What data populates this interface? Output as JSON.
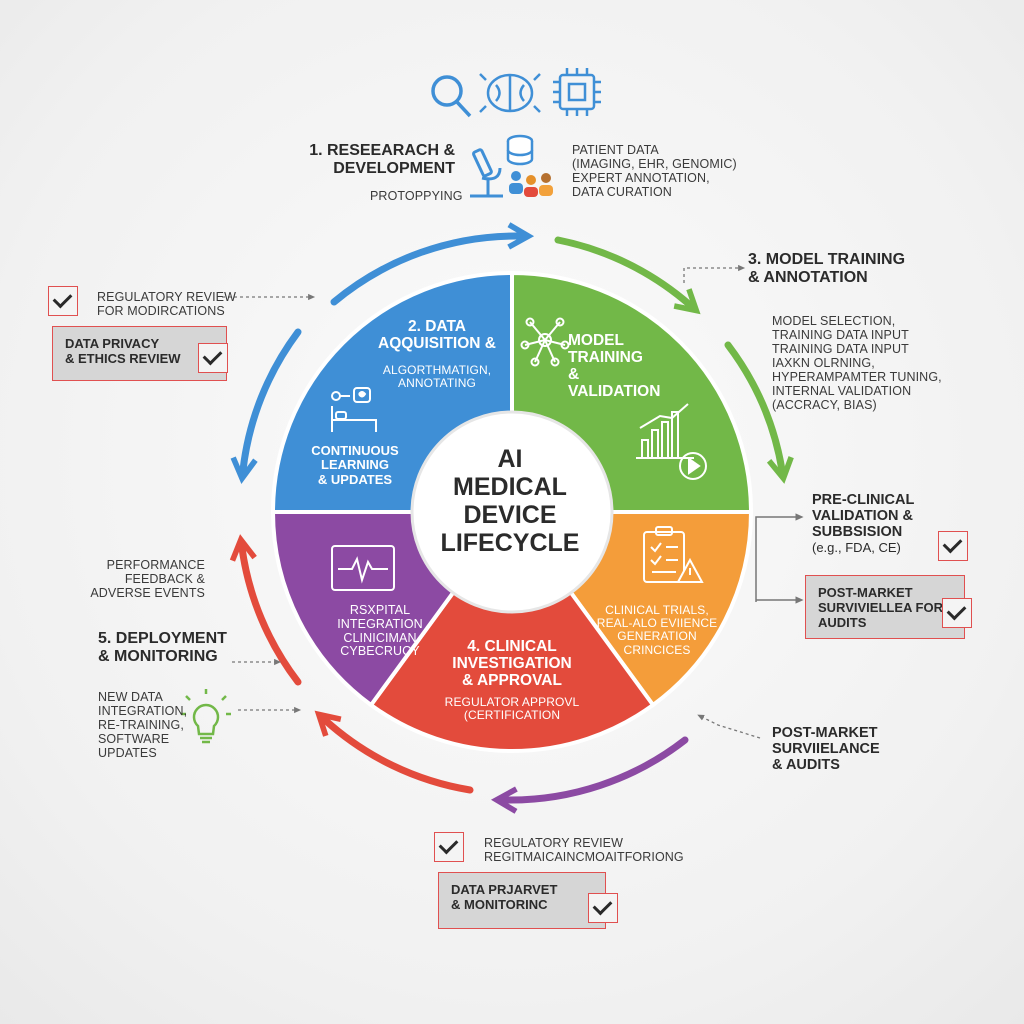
{
  "center": {
    "line1": "AI",
    "line2": "MEDICAL",
    "line3": "DEVICE",
    "line4": "LIFECYCLE"
  },
  "stages": {
    "research": {
      "title1": "1. RESEEARACH &",
      "title2": "DEVELOPMENT",
      "sub": "PROTOPPYING"
    },
    "patient_data": {
      "l1": "PATIENT DATA",
      "l2": "(IMAGING, EHR, GENOMIC)",
      "l3": "EXPERT ANNOTATION,",
      "l4": "DATA CURATION"
    },
    "model_training_outer": {
      "title1": "3. MODEL TRAINING",
      "title2": "& ANNOTATION",
      "l1": "MODEL SELECTION,",
      "l2": "TRAINING DATA INPUT",
      "l3": "TRAINING DATA INPUT",
      "l4": "IAXKN OLRNING,",
      "l5": "HYPERAMPAMTER TUNING,",
      "l6": "INTERNAL VALIDATION",
      "l7": "(ACCRACY, BIAS)"
    },
    "pre_clinical": {
      "l1": "PRE-CLINICAL",
      "l2": "VALIDATION &",
      "l3": "SUBBSISION",
      "l4": "(e.g., FDA, CE)"
    },
    "post_market_box": {
      "l1": "POST-MARKET",
      "l2": "SURVIVIELLEA FOR",
      "l3": "AUDITS"
    },
    "post_market": {
      "l1": "POST-MARKET",
      "l2": "SURVIIELANCE",
      "l3": "& AUDITS"
    },
    "deployment": {
      "title1": "5. DEPLOYMENT",
      "title2": "& MONITORING"
    },
    "performance": {
      "l1": "PERFORMANCE",
      "l2": "FEEDBACK &",
      "l3": "ADVERSE EVENTS"
    },
    "new_data": {
      "l1": "NEW DATA",
      "l2": "INTEGRATION,",
      "l3": "RE-TRAINING,",
      "l4": "SOFTWARE",
      "l5": "UPDATES"
    },
    "regulatory_top": {
      "l1": "REGULATORY REVIEW",
      "l2": "FOR MODIRCATIONS"
    },
    "privacy_top": {
      "l1": "DATA PRIVACY",
      "l2": "& ETHICS REVIEW"
    },
    "regulatory_bottom": {
      "l1": "REGULATORY REVIEW",
      "l2": "REGITMAICAINCMOAITFORIONG"
    },
    "privacy_bottom": {
      "l1": "DATA PRJARVET",
      "l2": "& MONITORINC"
    }
  },
  "segments": {
    "blue": {
      "t1": "2. DATA",
      "t2": "AQQUISITION &",
      "s1": "ALGORTHMATIGN,",
      "s2": "ANNOTATING",
      "c1": "CONTINUOUS",
      "c2": "LEARNING",
      "c3": "& UPDATES"
    },
    "green": {
      "t1": "MODEL",
      "t2": "TRAINING &",
      "t3": "VALIDATION"
    },
    "orange": {
      "s1": "CLINICAL TRIALS,",
      "s2": "REAL-ALO EVIIENCE",
      "s3": "GENERATION",
      "s4": "CRINCICES"
    },
    "red": {
      "t1": "4. CLINICAL",
      "t2": "INVESTIGATION",
      "t3": "& APPROVAL",
      "s1": "REGULATOR APPROVL",
      "s2": "(CERTIFICATION"
    },
    "purple": {
      "s1": "RSXPITAL",
      "s2": "INTEGRATION",
      "s3": "CLINICIMAN",
      "s4": "CYBECRUCY"
    }
  },
  "colors": {
    "blue": "#3f8fd6",
    "green": "#72b848",
    "orange": "#f49d3a",
    "red": "#e34b3c",
    "purple": "#8c4aa3",
    "text": "#2b2b2b",
    "check_border": "#e05050"
  }
}
